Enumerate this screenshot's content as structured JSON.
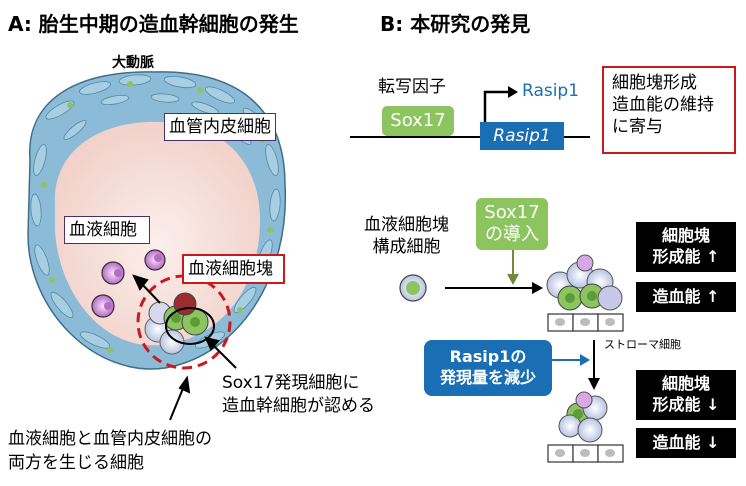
{
  "panel_a": {
    "title": "A: 胎生中期の造血幹細胞の発生",
    "aorta": "大動脈",
    "endothelial_label": "血管内皮細胞",
    "blood_cell_label": "血液細胞",
    "cluster_label": "血液細胞塊",
    "sox17_note_line1": "Sox17発現細胞に",
    "sox17_note_line2": "造血幹細胞が認める",
    "hemogenic_line1": "血液細胞と血管内皮細胞の",
    "hemogenic_line2": "両方を生じる細胞"
  },
  "panel_b": {
    "title": "B: 本研究の発見",
    "tf_label": "転写因子",
    "sox17": "Sox17",
    "rasip1_gene": "Rasip1",
    "rasip1_arrow": "Rasip1",
    "finding_line1": "細胞塊形成",
    "finding_line2": "造血能の維持",
    "finding_line3": "に寄与",
    "cluster_cell_line1": "血液細胞塊",
    "cluster_cell_line2": "構成細胞",
    "sox17_intro_line1": "Sox17",
    "sox17_intro_line2": "の導入",
    "stroma": "ストローマ細胞",
    "rasip1_reduce_line1": "Rasip1の",
    "rasip1_reduce_line2": "発現量を減少",
    "up_cluster_line1": "細胞塊",
    "up_cluster_line2": "形成能 ↑",
    "up_hemato": "造血能 ↑",
    "down_cluster_line1": "細胞塊",
    "down_cluster_line2": "形成能 ↓",
    "down_hemato": "造血能 ↓"
  },
  "colors": {
    "red": "#c8191e",
    "green": "#8cc560",
    "blue": "#1a6fb4",
    "endothelium": "#6fa9c8",
    "lumen": "#f6e0dc"
  }
}
